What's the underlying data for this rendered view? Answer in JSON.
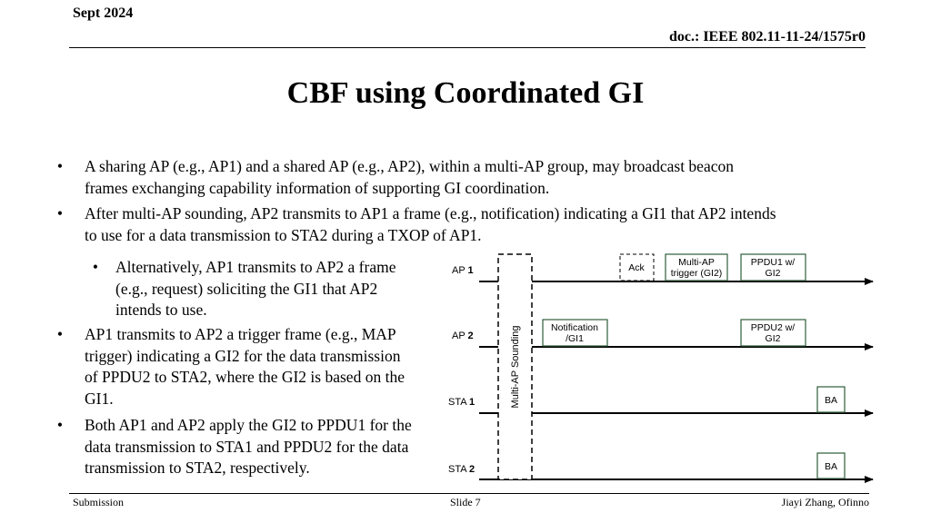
{
  "header": {
    "date": "Sept 2024",
    "doc": "doc.: IEEE 802.11-11-24/1575r0"
  },
  "title": "CBF using Coordinated GI",
  "bullets": [
    {
      "line1": "A sharing AP (e.g., AP1) and a shared AP (e.g., AP2), within a multi-AP group, may broadcast beacon",
      "line2": "frames exchanging capability information of supporting GI coordination."
    },
    {
      "line1": "After multi-AP sounding, AP2 transmits to AP1 a frame (e.g., notification) indicating a GI1 that AP2 intends",
      "line2": "to use for a data transmission to STA2 during a TXOP of AP1."
    },
    {
      "line1": "Alternatively, AP1 transmits to AP2 a frame",
      "line2": "(e.g., request) soliciting the GI1 that AP2",
      "line3": "intends to use."
    },
    {
      "line1": "AP1 transmits to AP2 a trigger frame (e.g., MAP",
      "line2": "trigger) indicating a GI2 for the data transmission",
      "line3": "of PPDU2 to STA2, where the GI2 is based on the",
      "line4": "GI1."
    },
    {
      "line1": "Both AP1 and AP2 apply the GI2 to PPDU1 for the",
      "line2": "data transmission to STA1 and PPDU2 for the data",
      "line3": "transmission to STA2, respectively."
    }
  ],
  "diagram": {
    "rows": [
      {
        "prefix": "AP ",
        "num": "1"
      },
      {
        "prefix": "AP ",
        "num": "2"
      },
      {
        "prefix": "STA ",
        "num": "1"
      },
      {
        "prefix": "STA ",
        "num": "2"
      }
    ],
    "sounding": "Multi-AP Sounding",
    "frames": {
      "ack": "Ack",
      "trigger_l1": "Multi-AP",
      "trigger_l2": "trigger (GI2)",
      "ppdu1_l1": "PPDU1 w/",
      "ppdu1_l2": "GI2",
      "notif_l1": "Notification",
      "notif_l2": "/GI1",
      "ppdu2_l1": "PPDU2 w/",
      "ppdu2_l2": "GI2",
      "ba1": "BA",
      "ba2": "BA"
    },
    "line_color": "#000000",
    "box_border_color": "#2e5e3a"
  },
  "footer": {
    "left": "Submission",
    "center": "Slide 7",
    "right": "Jiayi Zhang, Ofinno"
  }
}
